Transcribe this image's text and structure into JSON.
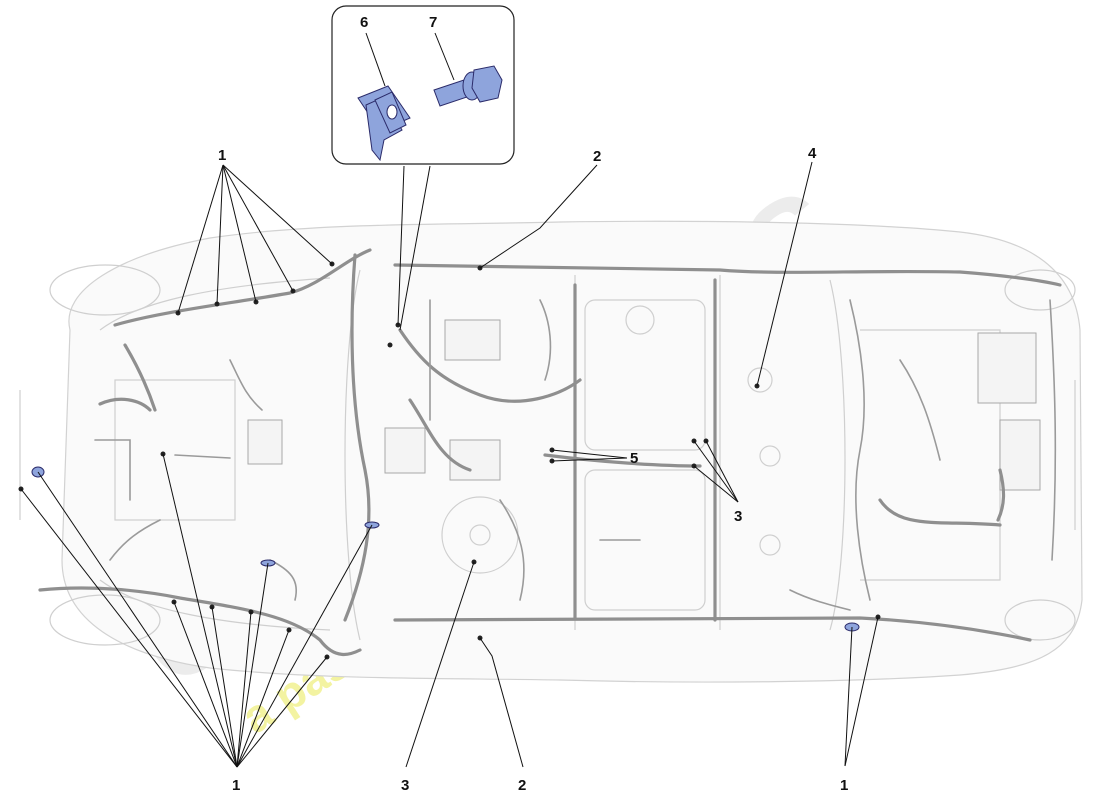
{
  "diagram": {
    "callouts": {
      "c1_top": "1",
      "c1_bottom": "1",
      "c1_right": "1",
      "c2_top": "2",
      "c2_bottom": "2",
      "c3_right": "3",
      "c3_bottom": "3",
      "c4": "4",
      "c5": "5",
      "c6": "6",
      "c7": "7"
    },
    "watermark": {
      "brand": "eurospares",
      "tagline": "a passion for parts since 1985"
    },
    "colors": {
      "part_fill": "#8ea4dc",
      "harness": "#8f8f8f",
      "body_outline": "#cfcfcf"
    }
  }
}
